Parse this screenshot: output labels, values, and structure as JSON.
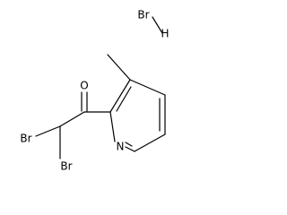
{
  "molecule": {
    "atoms": {
      "hbr_br": "Br",
      "hbr_h": "H",
      "carbonyl_o": "O",
      "ring_n": "N",
      "br_left": "Br",
      "br_right": "Br"
    }
  }
}
